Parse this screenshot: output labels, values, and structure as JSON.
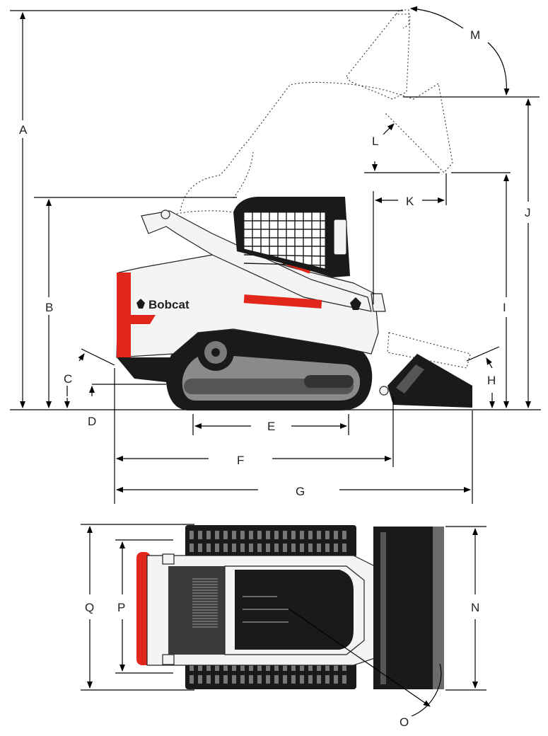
{
  "brand": {
    "logo_text": "Bobcat",
    "colors": {
      "red": "#e1261c",
      "black": "#1a1a1a",
      "white": "#f4f4f4",
      "gray": "#6b6b6b"
    }
  },
  "labels": {
    "A": "A",
    "B": "B",
    "C": "C",
    "D": "D",
    "E": "E",
    "F": "F",
    "G": "G",
    "H": "H",
    "I": "I",
    "J": "J",
    "K": "K",
    "L": "L",
    "M": "M",
    "N": "N",
    "O": "O",
    "P": "P",
    "Q": "Q"
  }
}
